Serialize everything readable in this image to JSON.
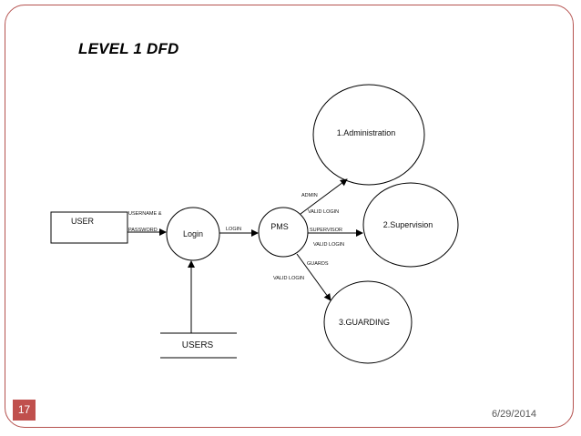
{
  "slide": {
    "title": "LEVEL 1 DFD",
    "slide_number": "17",
    "date": "6/29/2014",
    "accent_color": "#c0504d"
  },
  "diagram": {
    "nodes": {
      "user": "USER",
      "login": "Login",
      "pms": "PMS",
      "administration": "1.Administration",
      "supervision": "2.Supervision",
      "guarding": "3.GUARDING",
      "users_store": "USERS"
    },
    "flows": {
      "username_password": [
        "USERNAME &",
        "PASSWORD"
      ],
      "login": "LOGIN",
      "admin": "ADMIN",
      "admin_valid_login": "VALID LOGIN",
      "supervisor": "SUPERVISOR",
      "supervisor_valid_login": "VALID LOGIN",
      "guards": "GUARDS",
      "guards_valid_login": "VALID LOGIN"
    }
  }
}
